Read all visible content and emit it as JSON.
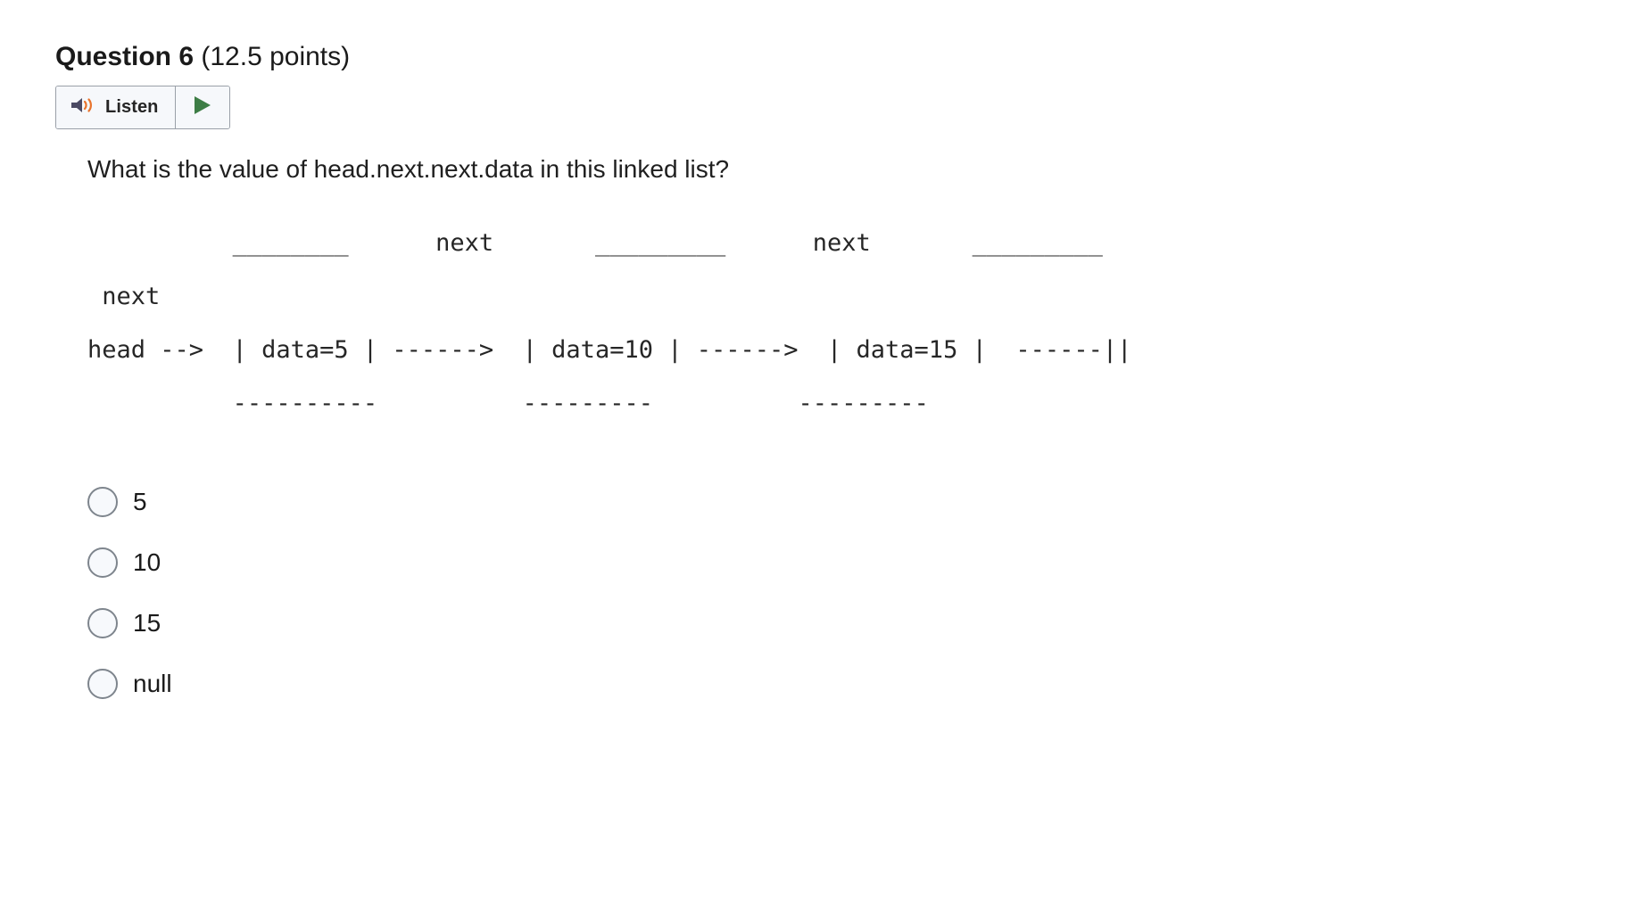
{
  "question": {
    "label": "Question 6",
    "points": "(12.5 points)"
  },
  "toolbar": {
    "listen_label": "Listen",
    "speaker_icon": "speaker-icon",
    "play_icon": "play-triangle-icon",
    "speaker_body_color": "#4b4a63",
    "speaker_wave_color": "#e8732c",
    "play_color": "#3d7d45",
    "border_color": "#9aa0a8",
    "background_color": "#f6f8fb"
  },
  "prompt": {
    "text": "What is the value of head.next.next.data in this linked list?"
  },
  "diagram": {
    "type": "ascii-art",
    "description": "Singly linked list with three nodes",
    "text": "          ________      next       _________      next       _________\n next\nhead -->  | data=5 | ------>  | data=10 | ------>  | data=15 |  ------||\n          ----------          ---------          ---------",
    "nodes": [
      {
        "data": "5",
        "pointer": "next"
      },
      {
        "data": "10",
        "pointer": "next"
      },
      {
        "data": "15",
        "pointer": "next"
      }
    ],
    "head_label": "head -->"
  },
  "options": [
    {
      "label": "5",
      "selected": false
    },
    {
      "label": "10",
      "selected": false
    },
    {
      "label": "15",
      "selected": false
    },
    {
      "label": "null",
      "selected": false
    }
  ]
}
